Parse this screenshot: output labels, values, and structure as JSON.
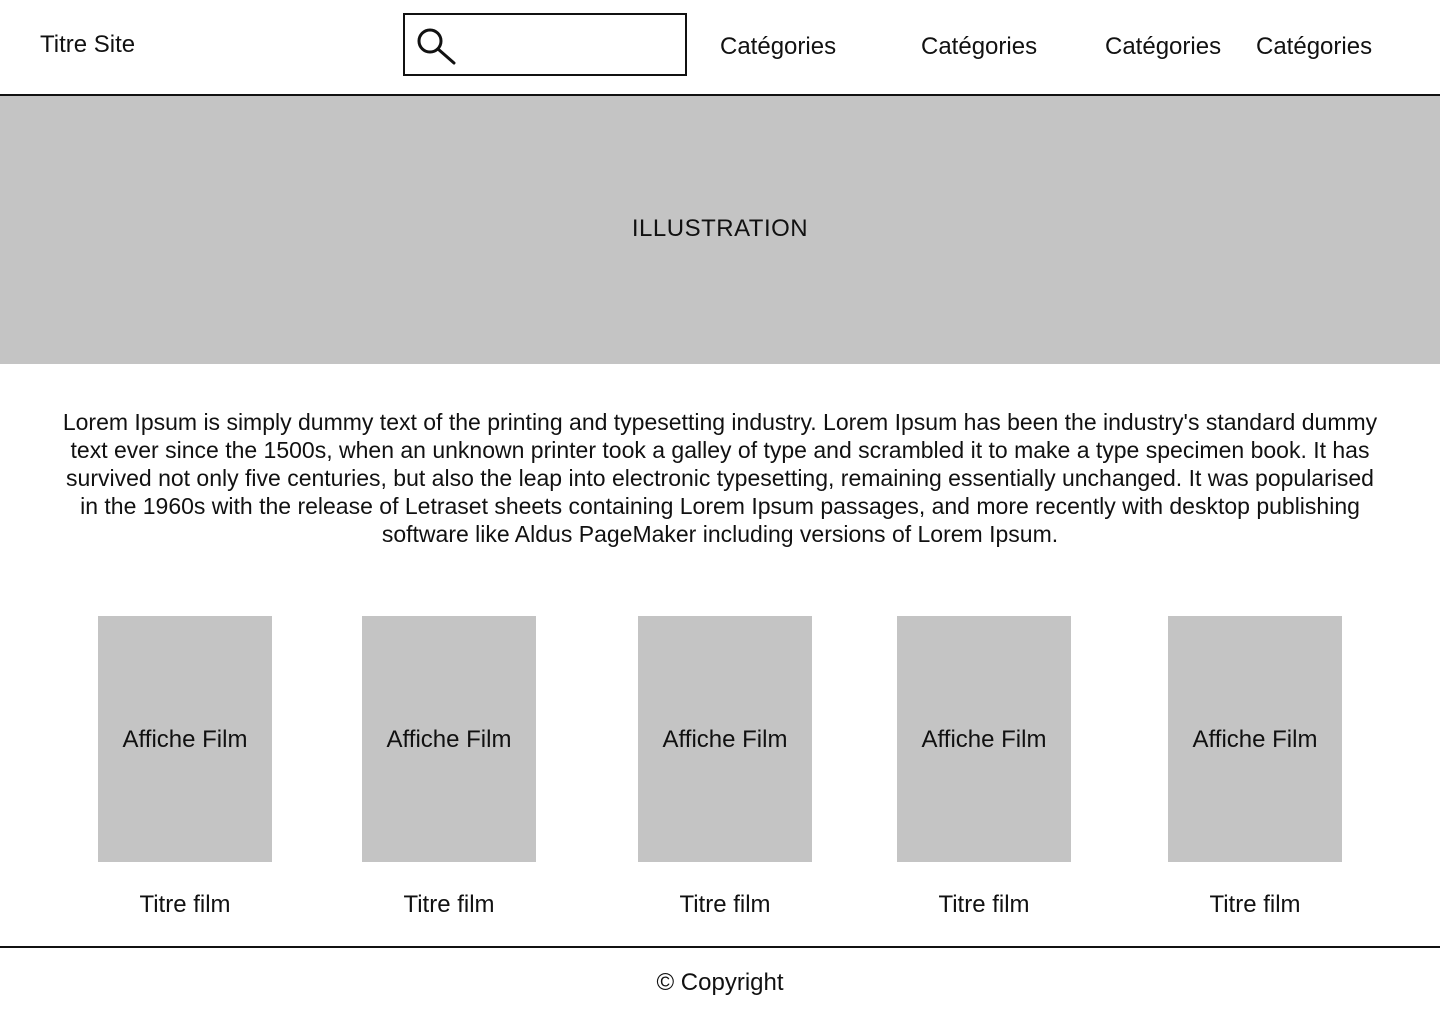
{
  "header": {
    "site_title": "Titre Site",
    "search": {
      "value": "",
      "placeholder": ""
    },
    "nav": [
      {
        "label": "Catégories"
      },
      {
        "label": "Catégories"
      },
      {
        "label": "Catégories"
      },
      {
        "label": "Catégories"
      }
    ]
  },
  "hero": {
    "label": "ILLUSTRATION"
  },
  "intro": {
    "text": "Lorem Ipsum is simply dummy text of the printing and typesetting industry. Lorem Ipsum has been the industry's standard dummy text ever since the 1500s, when an unknown printer took a galley of type and scrambled it to make a type specimen book. It has survived not only five centuries, but also the leap into electronic typesetting, remaining essentially unchanged. It was popularised in the 1960s with the release of Letraset sheets containing Lorem Ipsum passages, and more recently with desktop publishing software like Aldus PageMaker including versions of Lorem Ipsum."
  },
  "films": [
    {
      "poster_label": "Affiche Film",
      "title": "Titre film"
    },
    {
      "poster_label": "Affiche Film",
      "title": "Titre film"
    },
    {
      "poster_label": "Affiche Film",
      "title": "Titre film"
    },
    {
      "poster_label": "Affiche Film",
      "title": "Titre film"
    },
    {
      "poster_label": "Affiche Film",
      "title": "Titre film"
    }
  ],
  "footer": {
    "copyright": "© Copyright"
  },
  "colors": {
    "placeholder_gray": "#c4c4c4",
    "border": "#111111",
    "background": "#ffffff"
  },
  "icons": {
    "search": "search-icon"
  }
}
